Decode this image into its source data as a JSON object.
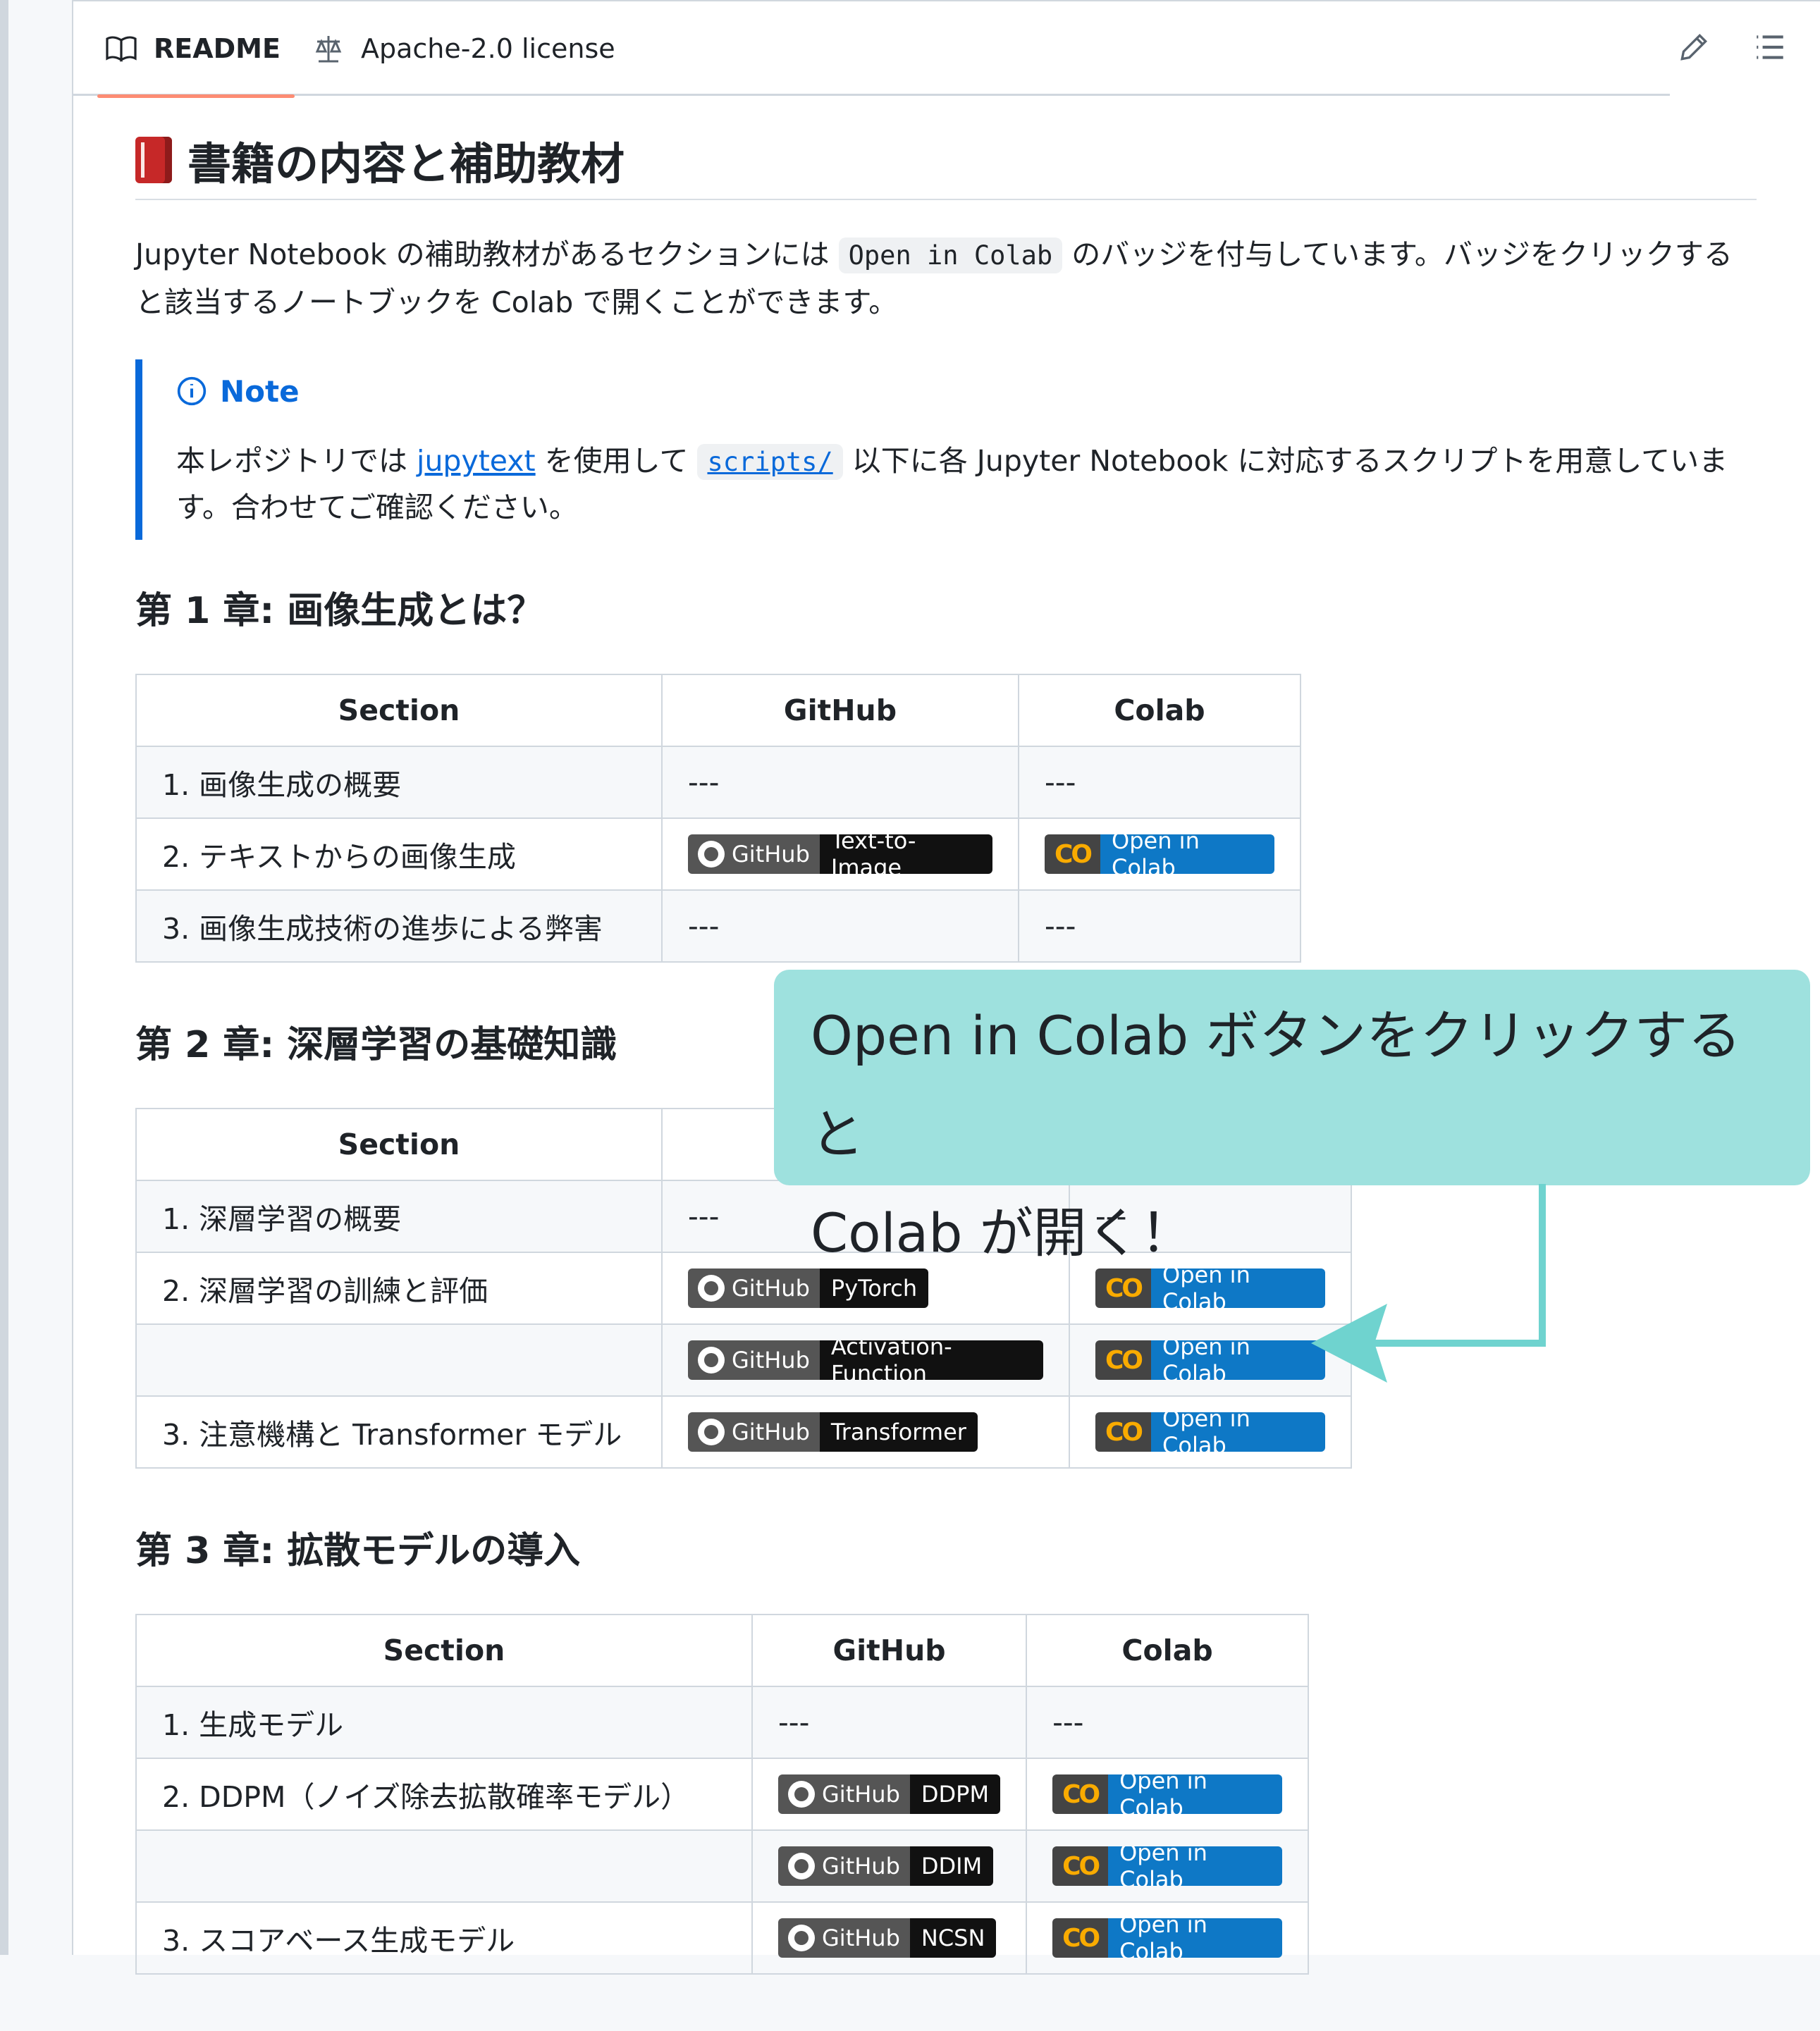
{
  "tabs": {
    "readme": "README",
    "license": "Apache-2.0 license"
  },
  "heading": "書籍の内容と補助教材",
  "intro": {
    "part1": "Jupyter Notebook の補助教材があるセクションには ",
    "code": "Open in Colab",
    "part2": " のバッジを付与しています。バッジをクリックすると該当するノートブックを Colab で開くことができます。"
  },
  "note": {
    "title": "Note",
    "part1": "本レポジトリでは ",
    "link": "jupytext",
    "part2": " を使用して ",
    "code": "scripts/",
    "part3": " 以下に各 Jupyter Notebook に対応するスクリプトを用意しています。合わせてご確認ください。"
  },
  "columns": {
    "section": "Section",
    "github": "GitHub",
    "colab": "Colab"
  },
  "badges": {
    "github_left": "GitHub",
    "colab_logo": "CO",
    "colab_right": "Open in Colab",
    "none": "---"
  },
  "chapter1": {
    "title": "第 1 章: 画像生成とは？",
    "rows": [
      {
        "section": "1. 画像生成の概要",
        "github": "",
        "colab": ""
      },
      {
        "section": "2. テキストからの画像生成",
        "github": "Text-to-Image",
        "colab": "Open in Colab"
      },
      {
        "section": "3. 画像生成技術の進歩による弊害",
        "github": "",
        "colab": ""
      }
    ]
  },
  "chapter2": {
    "title": "第 2 章: 深層学習の基礎知識",
    "rows": [
      {
        "section": "1. 深層学習の概要",
        "github": "",
        "colab": ""
      },
      {
        "section": "2. 深層学習の訓練と評価",
        "github": "PyTorch",
        "colab": "Open in Colab"
      },
      {
        "section": "",
        "github": "Activation-Function",
        "colab": "Open in Colab"
      },
      {
        "section": "3. 注意機構と Transformer モデル",
        "github": "Transformer",
        "colab": "Open in Colab"
      }
    ]
  },
  "chapter3": {
    "title": "第 3 章: 拡散モデルの導入",
    "rows": [
      {
        "section": "1. 生成モデル",
        "github": "",
        "colab": ""
      },
      {
        "section": "2. DDPM（ノイズ除去拡散確率モデル）",
        "github": "DDPM",
        "colab": "Open in Colab"
      },
      {
        "section": "",
        "github": "DDIM",
        "colab": "Open in Colab"
      },
      {
        "section": "3. スコアベース生成モデル",
        "github": "NCSN",
        "colab": "Open in Colab"
      }
    ]
  },
  "callout": {
    "line1": "Open in Colab ボタンをクリックすると",
    "line2": "Colab が開く！"
  },
  "colors": {
    "accent": "#0969da",
    "callout_bg": "#9ee1de",
    "arrow": "#6fd3cf"
  }
}
